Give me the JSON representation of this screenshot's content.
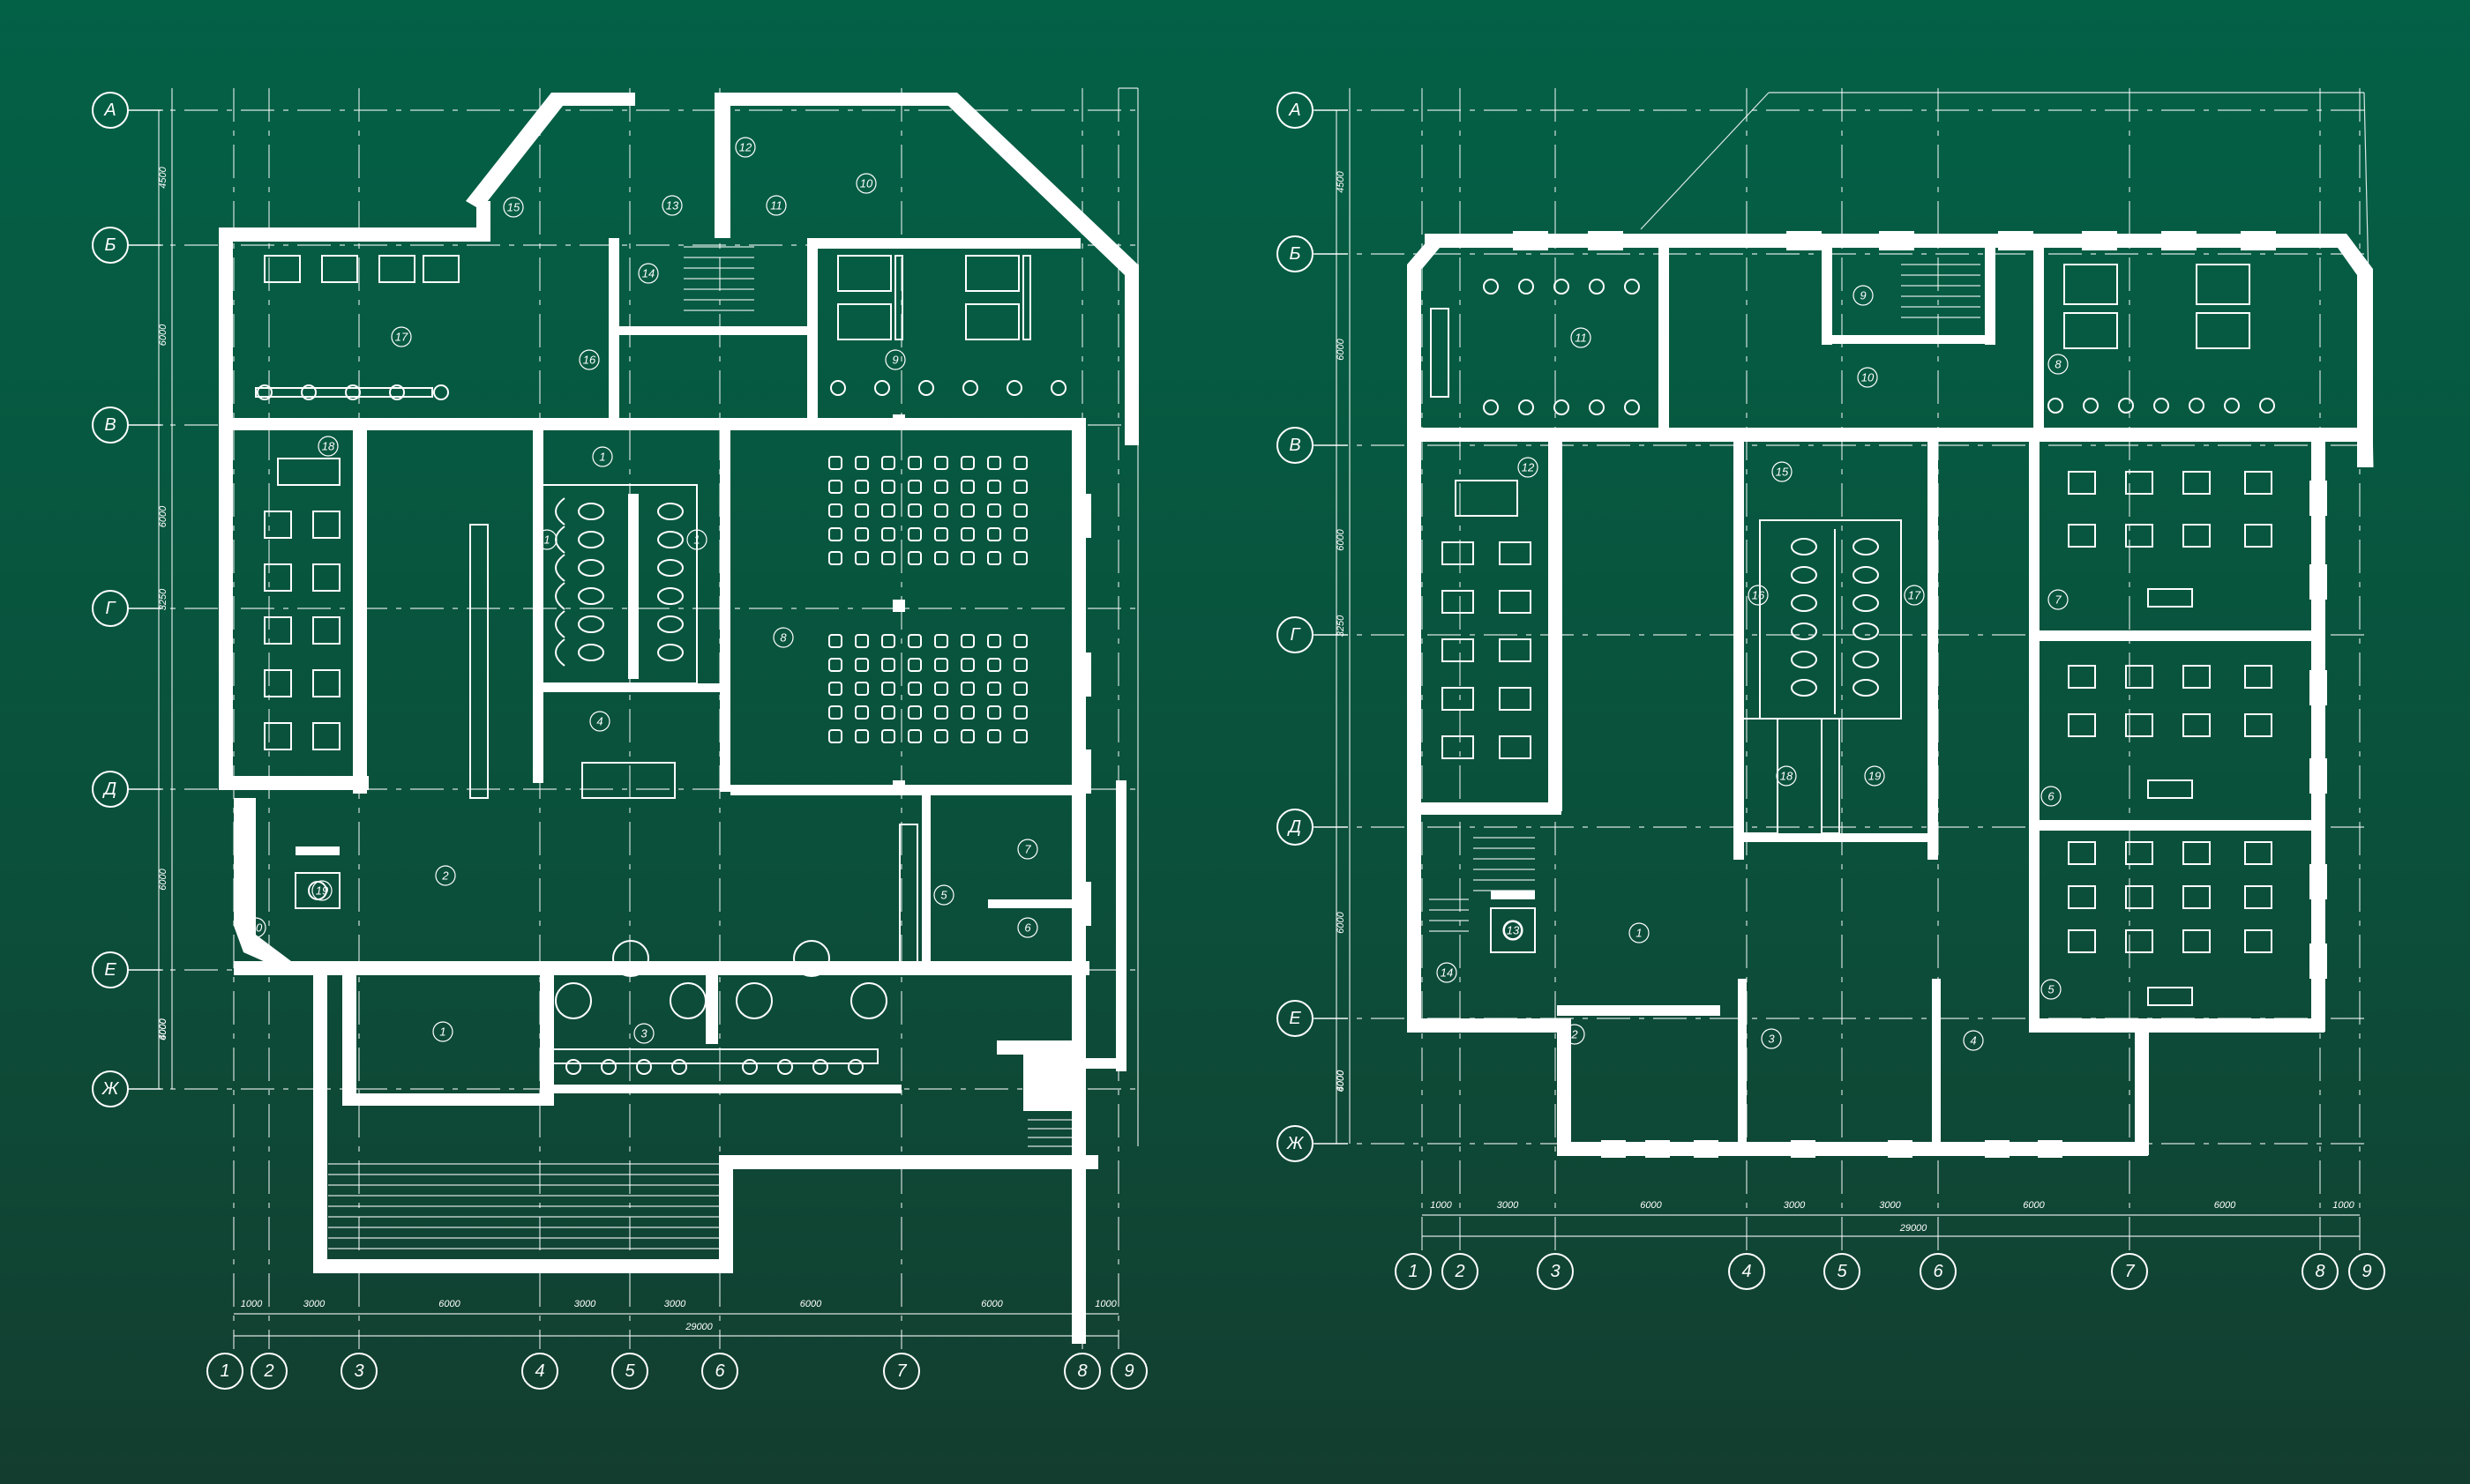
{
  "axes": {
    "rows": [
      "А",
      "Б",
      "В",
      "Г",
      "Д",
      "Е",
      "Ж"
    ],
    "cols": [
      "1",
      "2",
      "3",
      "4",
      "5",
      "6",
      "7",
      "8",
      "9"
    ]
  },
  "plan_left": {
    "row_dims": [
      "4500",
      "6000",
      "6000",
      "3250",
      "6000",
      "6000",
      "4000"
    ],
    "col_dims": [
      "1000",
      "3000",
      "6000",
      "3000",
      "3000",
      "6000",
      "6000",
      "1000"
    ],
    "total": "29000",
    "rooms": [
      {
        "id": "1"
      },
      {
        "id": "1"
      },
      {
        "id": "1"
      },
      {
        "id": "1"
      },
      {
        "id": "2"
      },
      {
        "id": "3"
      },
      {
        "id": "4"
      },
      {
        "id": "5"
      },
      {
        "id": "6"
      },
      {
        "id": "7"
      },
      {
        "id": "8"
      },
      {
        "id": "9"
      },
      {
        "id": "10"
      },
      {
        "id": "11"
      },
      {
        "id": "12"
      },
      {
        "id": "13"
      },
      {
        "id": "14"
      },
      {
        "id": "15"
      },
      {
        "id": "16"
      },
      {
        "id": "17"
      },
      {
        "id": "18"
      },
      {
        "id": "19"
      },
      {
        "id": "20"
      }
    ]
  },
  "plan_right": {
    "row_dims": [
      "4500",
      "6000",
      "6000",
      "3250",
      "6000",
      "6000",
      "4000"
    ],
    "col_dims": [
      "1000",
      "3000",
      "6000",
      "3000",
      "3000",
      "6000",
      "6000",
      "1000"
    ],
    "total": "29000",
    "rooms": [
      {
        "id": "1"
      },
      {
        "id": "2"
      },
      {
        "id": "3"
      },
      {
        "id": "4"
      },
      {
        "id": "5"
      },
      {
        "id": "6"
      },
      {
        "id": "7"
      },
      {
        "id": "8"
      },
      {
        "id": "9"
      },
      {
        "id": "10"
      },
      {
        "id": "11"
      },
      {
        "id": "12"
      },
      {
        "id": "13"
      },
      {
        "id": "14"
      },
      {
        "id": "15"
      },
      {
        "id": "16"
      },
      {
        "id": "17"
      },
      {
        "id": "18"
      },
      {
        "id": "19"
      }
    ]
  },
  "colors": {
    "background_top": "#036146",
    "background_bottom": "#133d2f",
    "lines": "#ffffff"
  }
}
